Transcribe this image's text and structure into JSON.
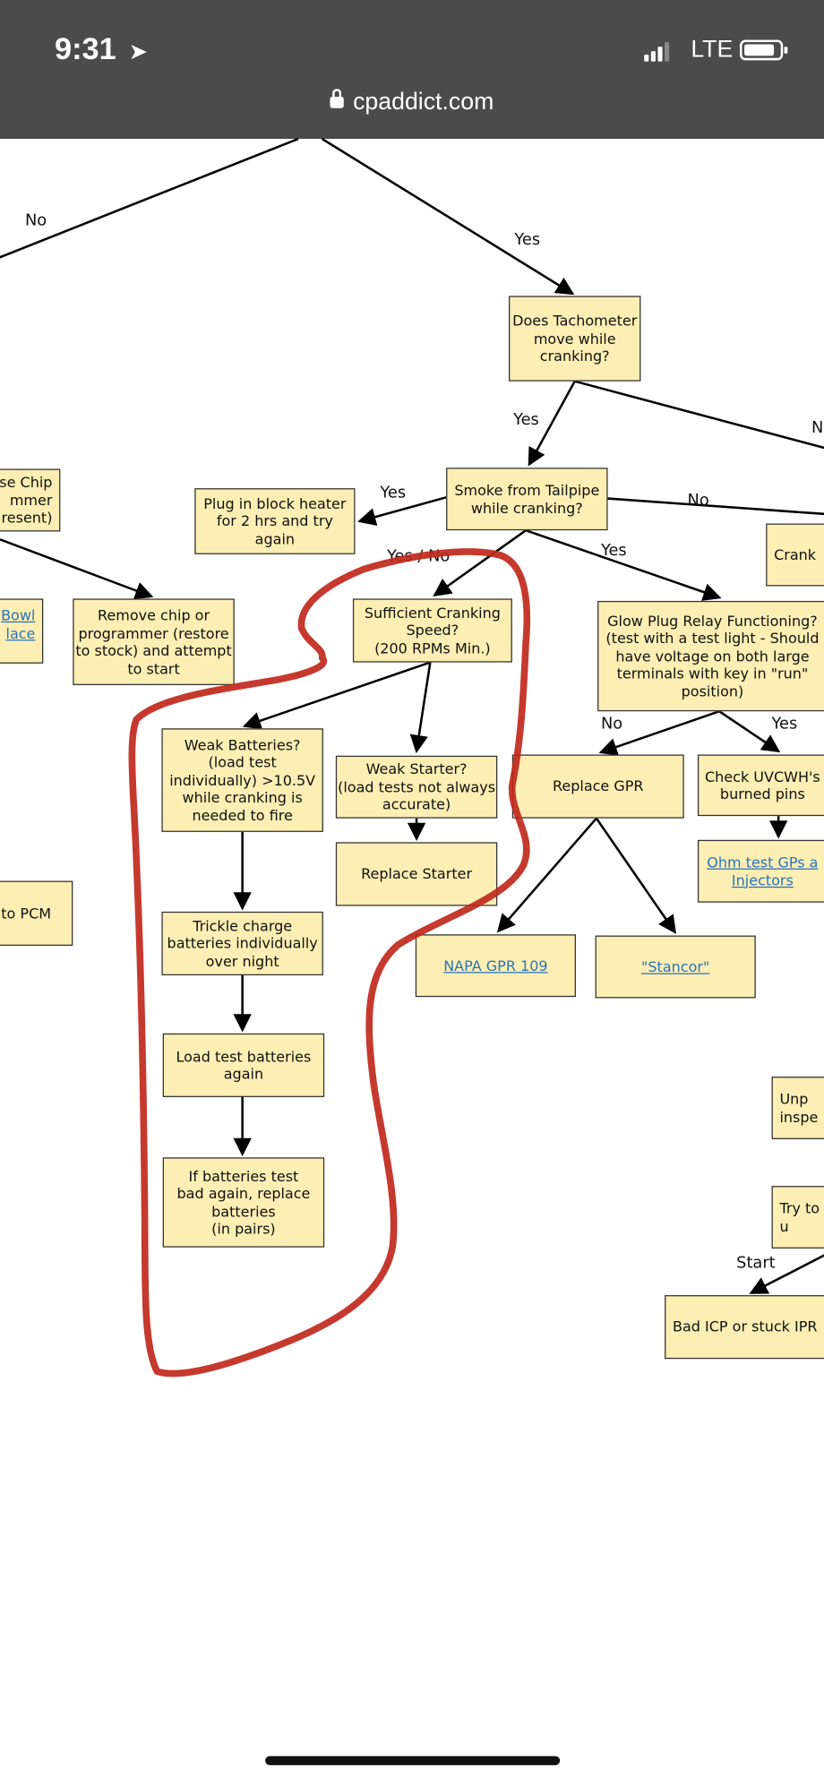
{
  "status_bar": {
    "time": "9:31",
    "carrier": "LTE",
    "url": "cpaddict.com"
  },
  "flowchart": {
    "nodes": {
      "tach": "Does Tachometer move while cranking?",
      "smoke": "Smoke from Tailpipe while cranking?",
      "plug": "Plug in block heater for 2 hrs and try again",
      "crank": "Crank",
      "chip": "se Chip\nmmer\nresent)",
      "bowl": "Bowl\nlace",
      "remove_chip": "Remove chip or programmer (restore to stock) and attempt to start",
      "sufficient": "Sufficient Cranking Speed?\n(200 RPMs Min.)",
      "glow": "Glow Plug Relay Functioning? (test with a test light - Should have voltage on both large terminals with key in \"run\" position)",
      "weak_batt": "Weak Batteries? (load test individually) >10.5V while cranking is needed to fire",
      "weak_starter": "Weak Starter?\n(load tests not always accurate)",
      "replace_gpr": "Replace GPR",
      "check_uvcwh": "Check UVCWH's\nburned pins",
      "replace_starter": "Replace Starter",
      "ohm": "Ohm test GPs a\nInjectors",
      "pcm": "to PCM",
      "trickle": "Trickle charge batteries individually over night",
      "napa": "NAPA GPR 109",
      "stancor": "\"Stancor\"",
      "load_test": "Load test batteries again",
      "if_bad": "If batteries test bad again, replace batteries\n(in pairs)",
      "unp": "Unp\ninspe",
      "try_to": "Try to\nu",
      "bad_icp": "Bad ICP or stuck IPR"
    },
    "edge_labels": {
      "no_top": "No",
      "yes_top": "Yes",
      "yes_tach": "Yes",
      "n_tach": "N",
      "yes_plug": "Yes",
      "no_crank": "No",
      "yes_no": "Yes / No",
      "yes_glow": "Yes",
      "no_gpr": "No",
      "yes_uvcwh": "Yes",
      "start": "Start"
    },
    "colors": {
      "box": "#fdeeb4",
      "annotation": "#c0281c",
      "link": "#2a73b9"
    }
  }
}
